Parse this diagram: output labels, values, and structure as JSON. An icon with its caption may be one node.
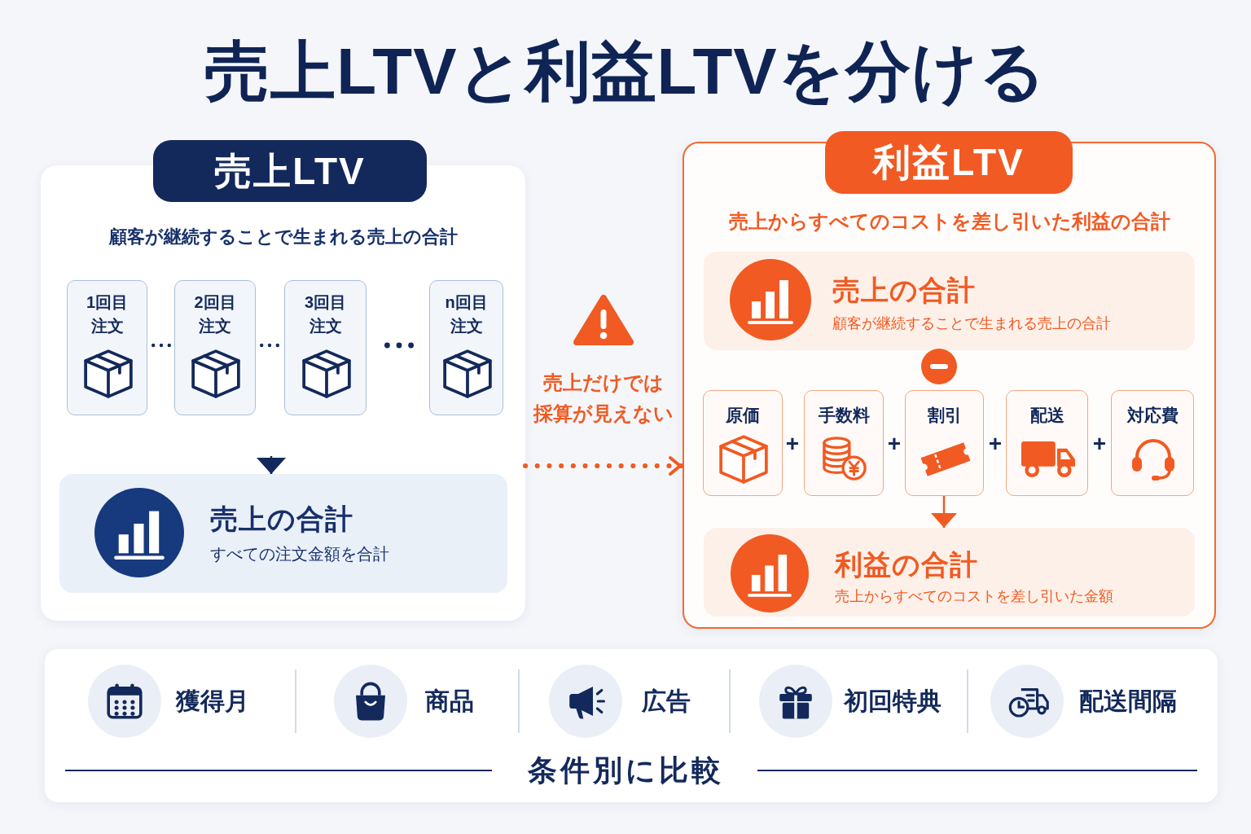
{
  "diagram": {
    "title": "売上LTVと利益LTVを分ける",
    "nodes": [
      {
        "text": [
          "売上LTV",
          "顧客が継続することで生まれる売上の合計"
        ]
      },
      {
        "text": [
          "1回目注文"
        ],
        "in": 0
      },
      {
        "text": [
          "2回目注文"
        ],
        "in": 0
      },
      {
        "text": [
          "3回目注文"
        ],
        "in": 0
      },
      {
        "text": [
          "n回目注文"
        ],
        "in": 0
      },
      {
        "text": [
          "売上の合計",
          "すべての注文金額を合計"
        ],
        "in": 0
      },
      {
        "text": [
          "利益LTV",
          "売上からすべてのコストを差し引いた利益の合計"
        ]
      },
      {
        "text": [
          "売上の合計",
          "顧客が継続することで生まれる売上の合計"
        ],
        "in": 6
      },
      {
        "text": [
          "原価"
        ],
        "in": 6
      },
      {
        "text": [
          "手数料"
        ],
        "in": 6
      },
      {
        "text": [
          "割引"
        ],
        "in": 6
      },
      {
        "text": [
          "配送"
        ],
        "in": 6
      },
      {
        "text": [
          "対応費"
        ],
        "in": 6
      },
      {
        "text": [
          "利益の合計",
          "売上からすべてのコストを差し引いた金額"
        ],
        "in": 6
      },
      {
        "text": [
          "獲得月",
          "商品",
          "広告",
          "初回特典",
          "配送間隔",
          "条件別に比較"
        ]
      }
    ],
    "edges": [
      {
        "from": null,
        "to": 5,
        "arrow": "to",
        "color": "#13295b"
      },
      {
        "from": 0,
        "to": 6,
        "arrow": "to",
        "label": "売上だけでは採算が見えない",
        "style": "dashed"
      },
      {
        "from": 10,
        "to": 13,
        "arrow": "to"
      }
    ],
    "labels": [
      "+",
      "+",
      "+",
      "+"
    ]
  }
}
